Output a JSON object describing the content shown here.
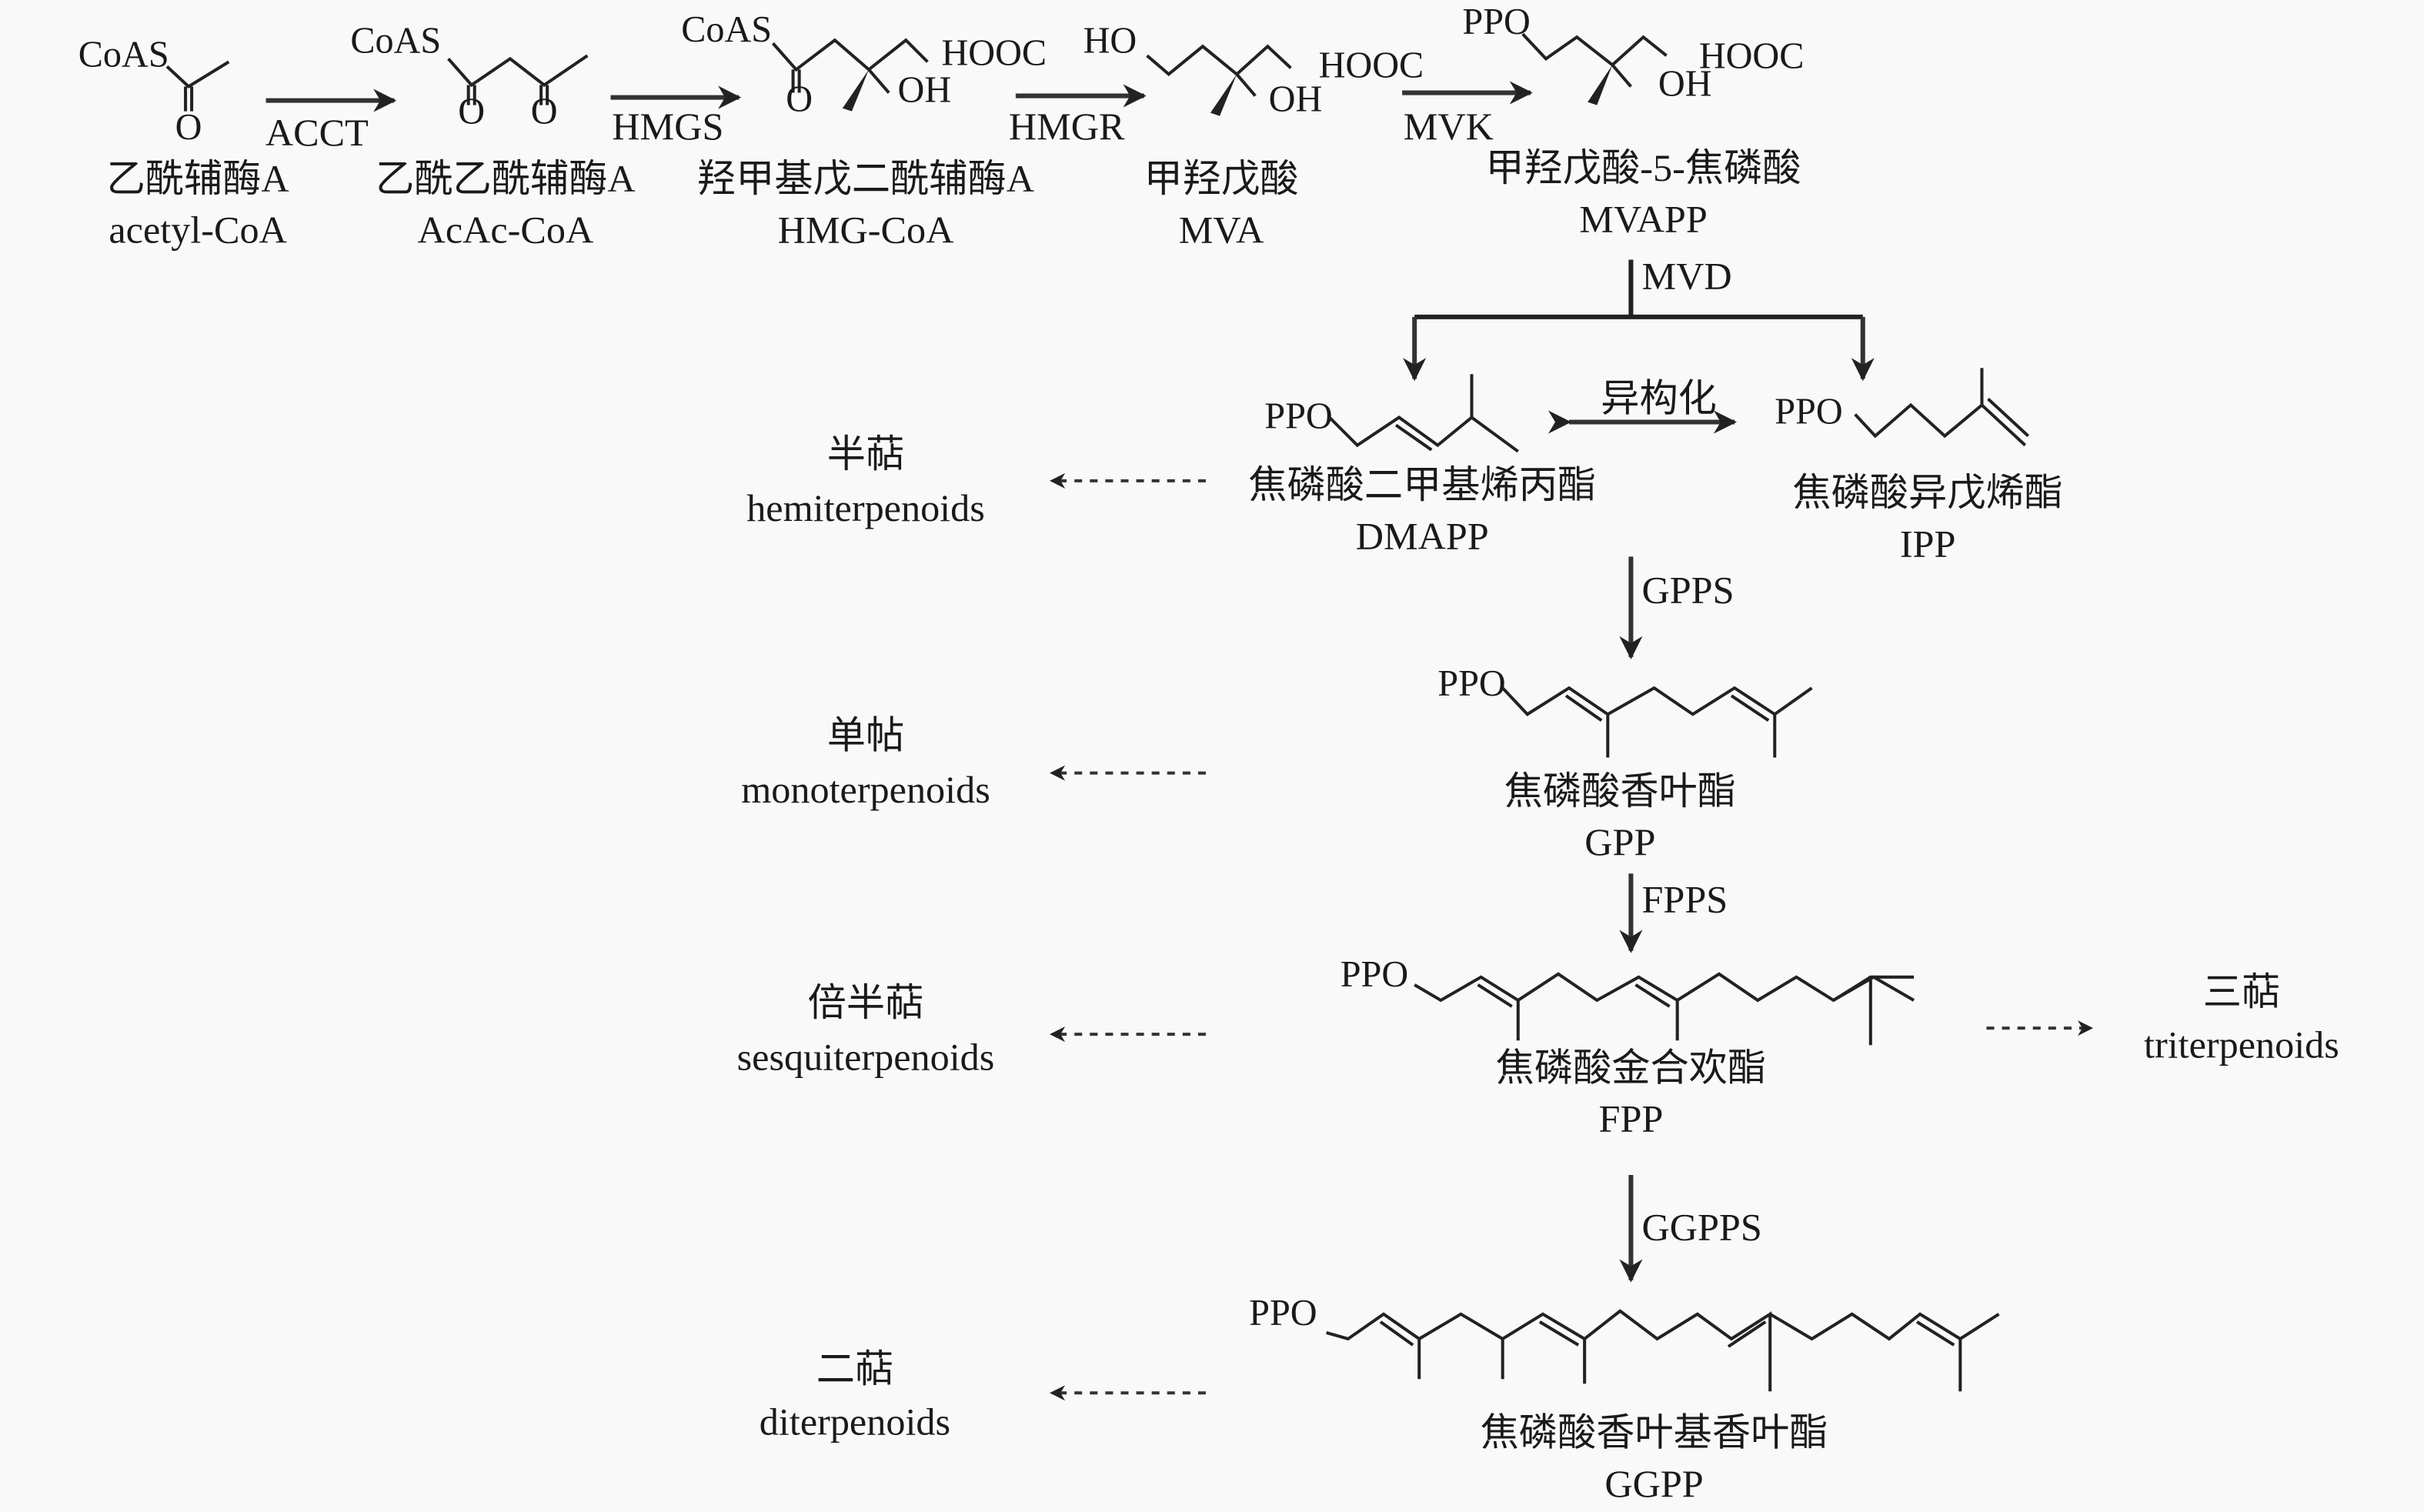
{
  "atoms": {
    "coas": "CoAS",
    "o": "O",
    "hooc": "HOOC",
    "oh": "OH",
    "ho": "HO",
    "ppo": "PPO"
  },
  "compounds": {
    "acetyl_coa": {
      "cn": "乙酰辅酶A",
      "en": "acetyl-CoA"
    },
    "acac_coa": {
      "cn": "乙酰乙酰辅酶A",
      "en": "AcAc-CoA"
    },
    "hmg_coa": {
      "cn": "羟甲基戊二酰辅酶A",
      "en": "HMG-CoA"
    },
    "mva": {
      "cn": "甲羟戊酸",
      "en": "MVA"
    },
    "mvapp": {
      "cn": "甲羟戊酸-5-焦磷酸",
      "en": "MVAPP"
    },
    "dmapp": {
      "cn": "焦磷酸二甲基烯丙酯",
      "en": "DMAPP"
    },
    "ipp": {
      "cn": "焦磷酸异戊烯酯",
      "en": "IPP"
    },
    "gpp": {
      "cn": "焦磷酸香叶酯",
      "en": "GPP"
    },
    "fpp": {
      "cn": "焦磷酸金合欢酯",
      "en": "FPP"
    },
    "ggpp": {
      "cn": "焦磷酸香叶基香叶酯",
      "en": "GGPP"
    }
  },
  "enzymes": {
    "acct": "ACCT",
    "hmgs": "HMGS",
    "hmgr": "HMGR",
    "mvk": "MVK",
    "mvd": "MVD",
    "isomerization": "异构化",
    "gpps": "GPPS",
    "fpps": "FPPS",
    "ggpps": "GGPPS"
  },
  "products": {
    "hemi": {
      "cn": "半萜",
      "en": "hemiterpenoids"
    },
    "mono": {
      "cn": "单帖",
      "en": "monoterpenoids"
    },
    "sesqui": {
      "cn": "倍半萜",
      "en": "sesquiterpenoids"
    },
    "tri": {
      "cn": "三萜",
      "en": "triterpenoids"
    },
    "di": {
      "cn": "二萜",
      "en": "diterpenoids"
    }
  }
}
